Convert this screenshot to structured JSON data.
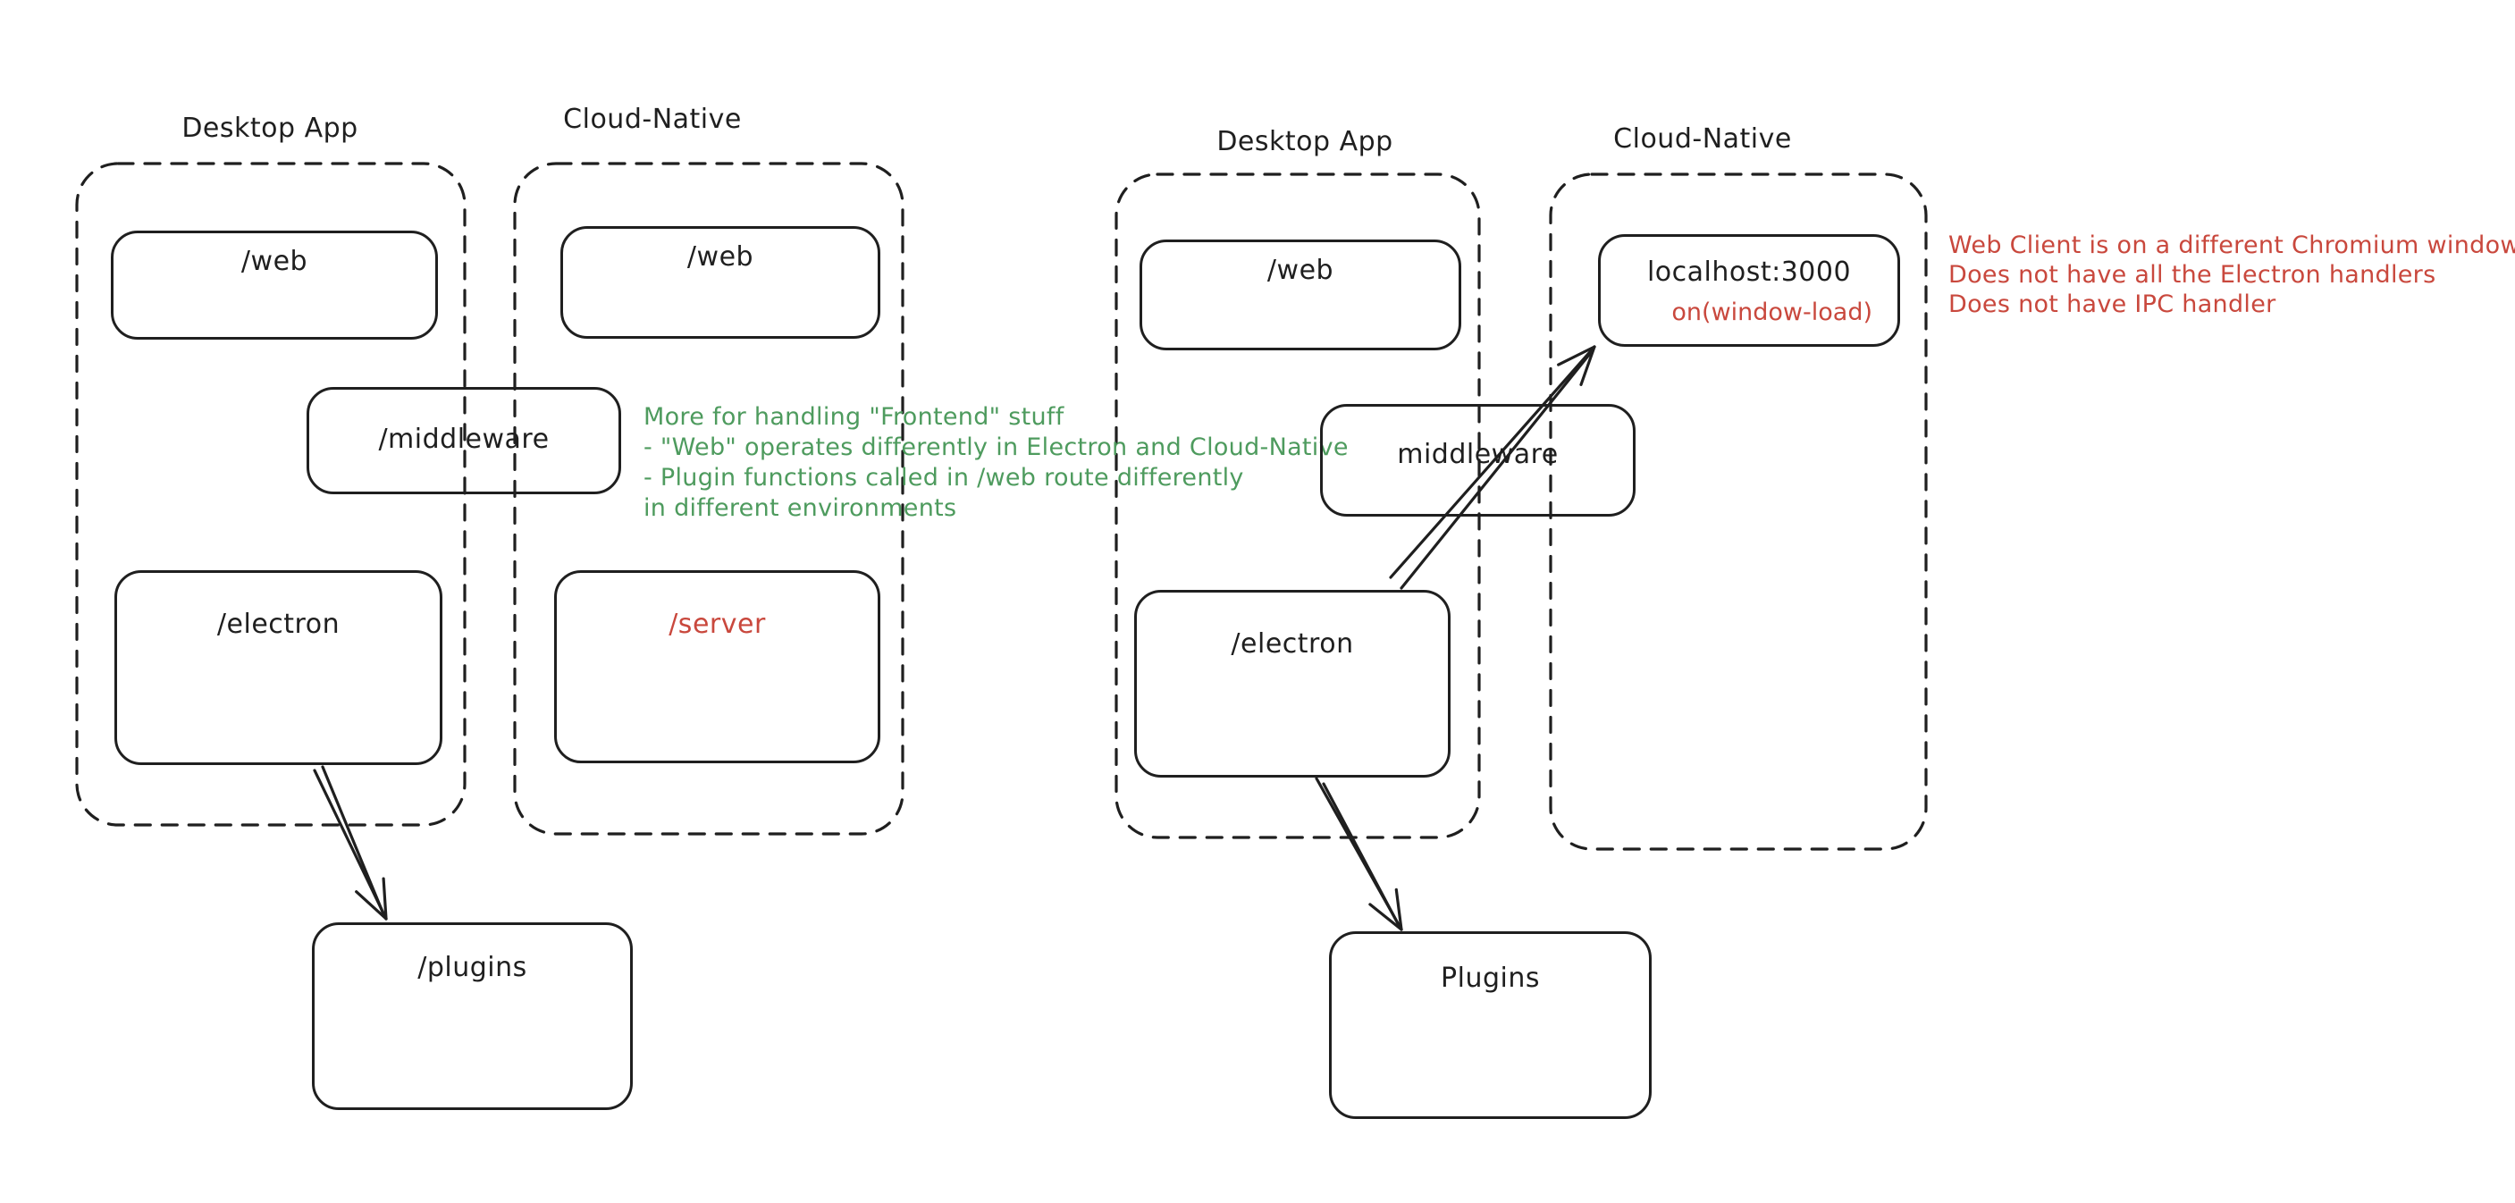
{
  "canvas": {
    "background": "#ffffff",
    "ink": "#1f1f1f",
    "green": "#4e9b5e",
    "red": "#c9483d"
  },
  "left": {
    "desktop_label": "Desktop App",
    "cloud_label": "Cloud-Native",
    "web_desktop": "/web",
    "web_cloud": "/web",
    "middleware": "/middleware",
    "electron": "/electron",
    "server": "/server",
    "plugins": "/plugins",
    "note_lines": [
      "More for handling \"Frontend\" stuff",
      "- \"Web\" operates differently in Electron and Cloud-Native",
      "- Plugin functions called in /web route differently",
      "in different environments"
    ]
  },
  "right": {
    "desktop_label": "Desktop App",
    "cloud_label": "Cloud-Native",
    "web": "/web",
    "localhost_title": "localhost:3000",
    "localhost_event": "on(window-load)",
    "middleware": "middleware",
    "electron": "/electron",
    "plugins": "Plugins",
    "note_lines": [
      "Web Client is on a different Chromium window",
      "Does not have all the Electron handlers",
      "Does not have IPC handler"
    ]
  }
}
